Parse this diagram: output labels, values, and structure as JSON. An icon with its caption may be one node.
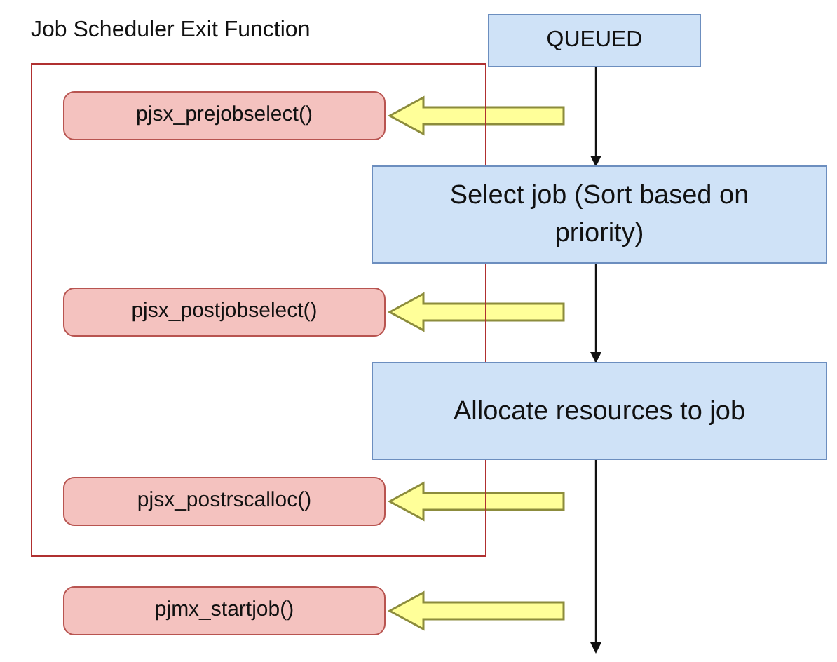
{
  "diagram": {
    "nodes": [
      {
        "text": [
          "Job Scheduler Exit Function"
        ]
      },
      {
        "text": [
          "pjsx_prejobselect()"
        ],
        "in": 0
      },
      {
        "text": [
          "pjsx_postjobselect()"
        ],
        "in": 0
      },
      {
        "text": [
          "pjsx_postrscalloc()"
        ],
        "in": 0
      },
      {
        "text": [
          "pjmx_startjob()"
        ]
      },
      {
        "text": [
          "QUEUED"
        ]
      },
      {
        "text": [
          "Select job (Sort based on priority)"
        ]
      },
      {
        "text": [
          "Allocate resources to job"
        ]
      }
    ],
    "edges": [
      {
        "from": 5,
        "to": 6,
        "arrow": "to"
      },
      {
        "from": 6,
        "to": 7,
        "arrow": "to"
      },
      {
        "from": 7,
        "to": null,
        "arrow": "to"
      },
      {
        "from": null,
        "to": 1,
        "arrow": "to",
        "style": "thick",
        "color": "#ffff99"
      },
      {
        "from": null,
        "to": 2,
        "arrow": "to",
        "style": "thick",
        "color": "#ffff99"
      },
      {
        "from": null,
        "to": 3,
        "arrow": "to",
        "style": "thick",
        "color": "#ffff99"
      },
      {
        "from": null,
        "to": 4,
        "arrow": "to",
        "style": "thick",
        "color": "#ffff99"
      }
    ]
  }
}
